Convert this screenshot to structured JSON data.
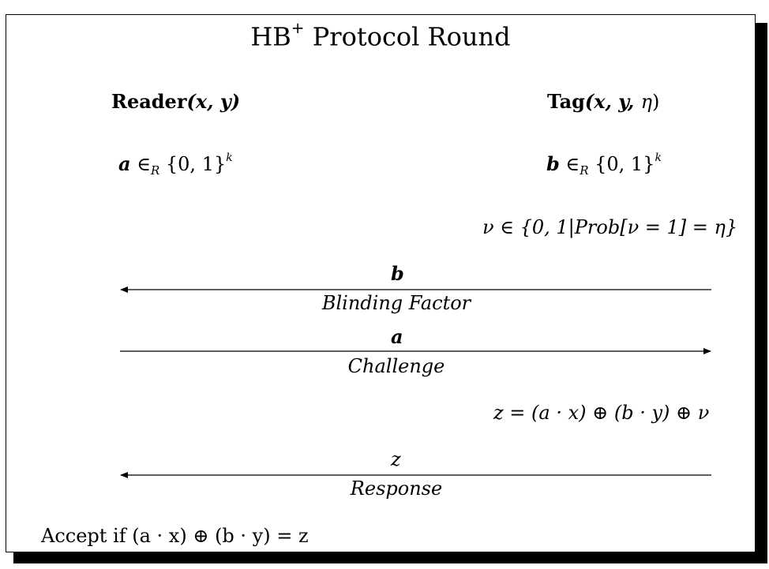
{
  "title": {
    "main": "HB",
    "sup": "+",
    "rest": " Protocol Round"
  },
  "reader": {
    "name": "Reader",
    "params": "(x, y)"
  },
  "tag": {
    "name": "Tag",
    "params_bold": "(x, y, ",
    "param_eta": "η",
    "close": ")"
  },
  "reader_choice": {
    "var": "a",
    "op": " ∈",
    "sub": "R",
    "set": " {0, 1}",
    "exp": "k"
  },
  "tag_choice": {
    "var": "b",
    "op": " ∈",
    "sub": "R",
    "set": " {0, 1}",
    "exp": "k"
  },
  "noise": "ν ∈ {0, 1|Prob[ν = 1] = η}",
  "messages": [
    {
      "symbol": "b",
      "label": "Blinding Factor",
      "direction": "tag-to-reader"
    },
    {
      "symbol": "a",
      "label": "Challenge",
      "direction": "reader-to-tag"
    },
    {
      "symbol": "z",
      "label": "Response",
      "direction": "tag-to-reader"
    }
  ],
  "tag_compute": "z = (a · x) ⊕ (b · y) ⊕ ν",
  "accept": "Accept if (a · x) ⊕ (b · y) = z"
}
